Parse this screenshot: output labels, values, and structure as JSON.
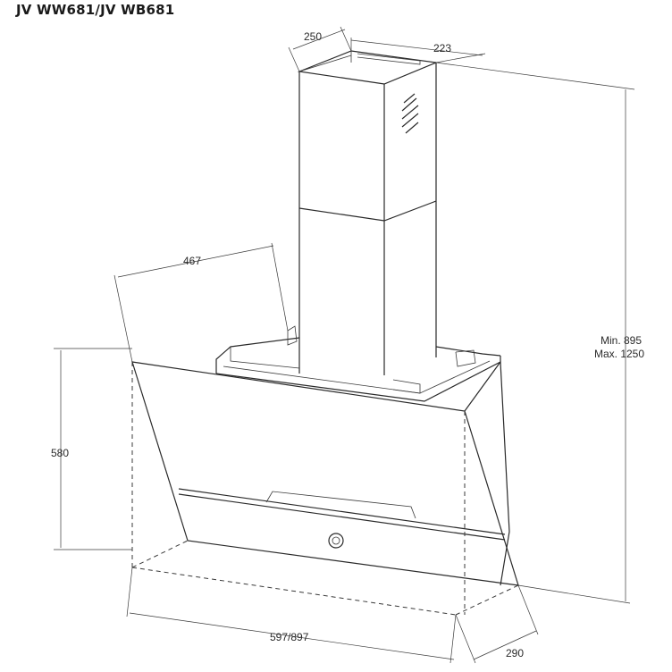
{
  "title": "JV WW681/JV WB681",
  "dimensions": {
    "chimney_depth": "250",
    "chimney_width": "223",
    "canopy_depth": "467",
    "canopy_height": "580",
    "width": "597/897",
    "bottom_depth": "290",
    "height_min": "Min. 895",
    "height_max": "Max. 1250"
  }
}
